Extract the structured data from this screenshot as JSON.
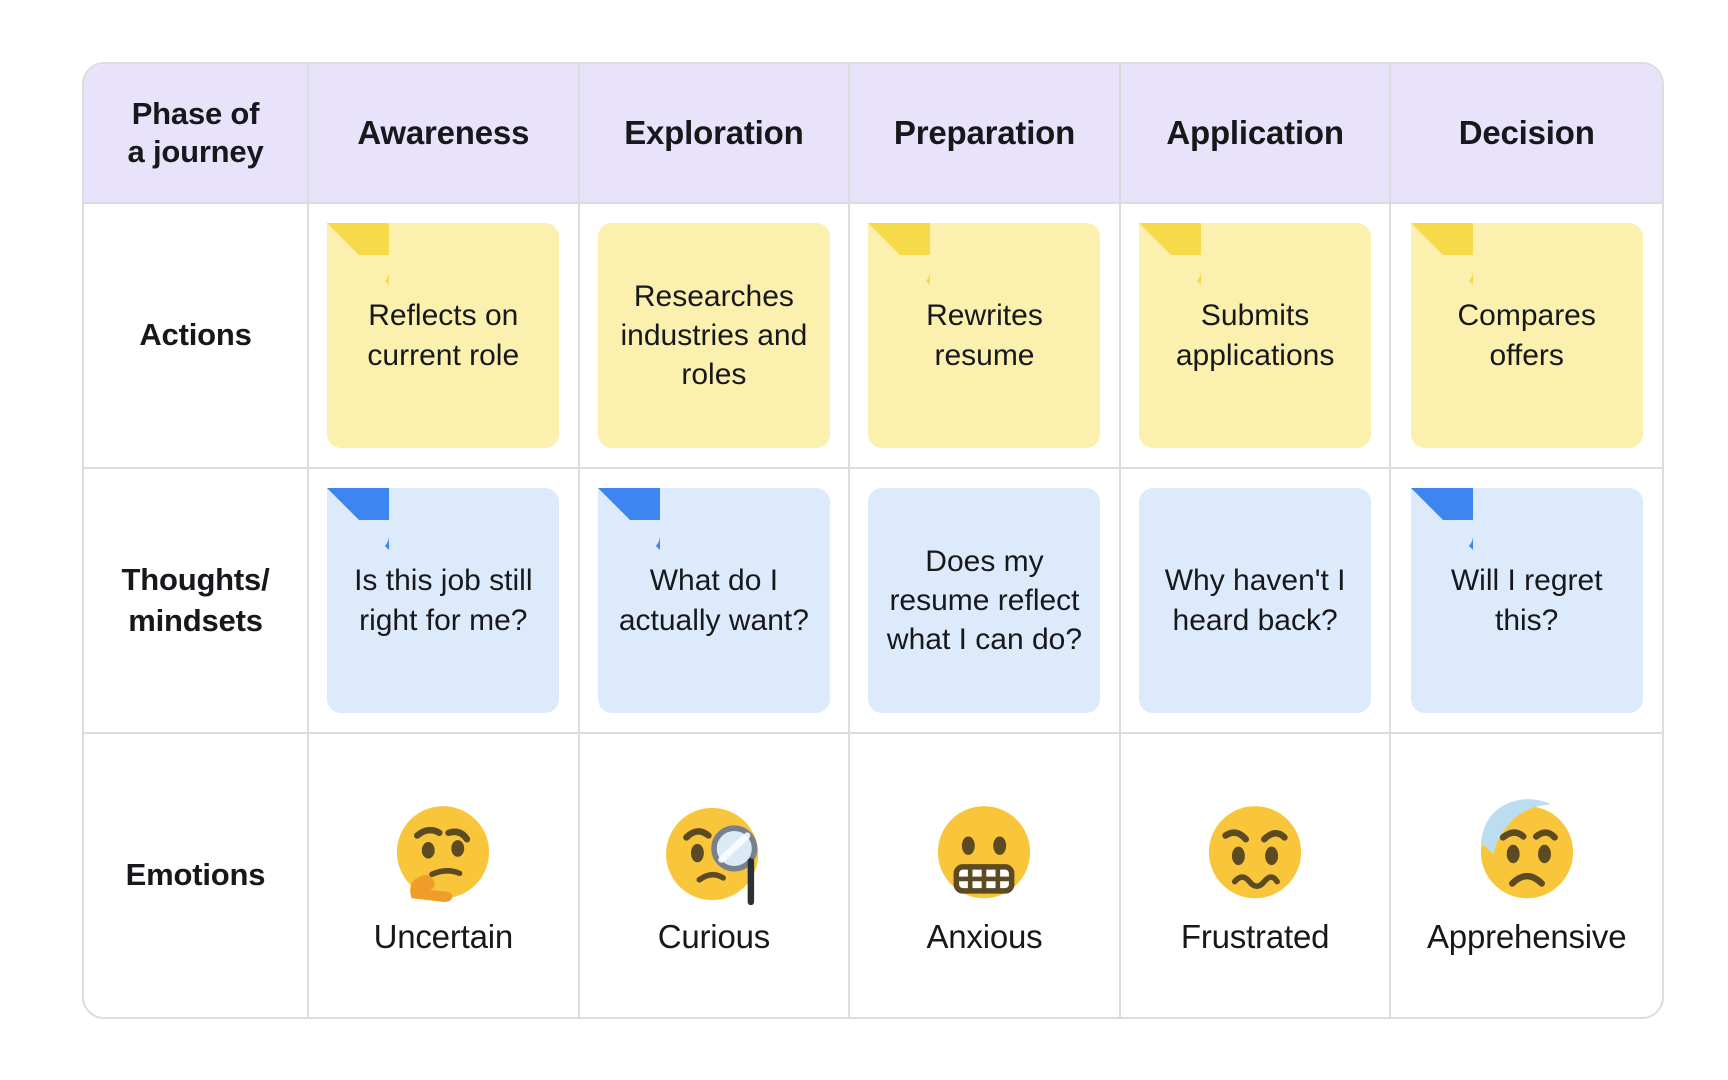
{
  "table": {
    "columns": [
      {
        "id": "rowlabel",
        "label": "Phase of\na journey",
        "line1": "Phase of",
        "line2": "a journey"
      },
      {
        "id": "awareness",
        "label": "Awareness"
      },
      {
        "id": "exploration",
        "label": "Exploration"
      },
      {
        "id": "preparation",
        "label": "Preparation"
      },
      {
        "id": "application",
        "label": "Application"
      },
      {
        "id": "decision",
        "label": "Decision"
      }
    ],
    "rows": [
      {
        "id": "actions",
        "label": "Actions",
        "note_color": "yellow",
        "cells": [
          {
            "text": "Reflects on current role",
            "folded": true
          },
          {
            "text": "Researches industries and roles",
            "folded": false
          },
          {
            "text": "Rewrites resume",
            "folded": true
          },
          {
            "text": "Submits applications",
            "folded": true
          },
          {
            "text": "Compares offers",
            "folded": true
          }
        ]
      },
      {
        "id": "thoughts",
        "label": "Thoughts/\nmindsets",
        "label_line1": "Thoughts/",
        "label_line2": "mindsets",
        "note_color": "blue",
        "cells": [
          {
            "text": "Is this job still right for me?",
            "folded": true
          },
          {
            "text": "What do I actually want?",
            "folded": true
          },
          {
            "text": "Does my resume reflect what I can do?",
            "folded": false
          },
          {
            "text": "Why haven't I heard back?",
            "folded": false
          },
          {
            "text": "Will I regret this?",
            "folded": true
          }
        ]
      },
      {
        "id": "emotions",
        "label": "Emotions",
        "cells": [
          {
            "text": "Uncertain",
            "icon": "thinking-face-emoji"
          },
          {
            "text": "Curious",
            "icon": "face-with-monocle-emoji"
          },
          {
            "text": "Anxious",
            "icon": "grimacing-face-emoji"
          },
          {
            "text": "Frustrated",
            "icon": "woozy-face-emoji"
          },
          {
            "text": "Apprehensive",
            "icon": "anxious-face-with-sweat-emoji"
          }
        ]
      }
    ]
  },
  "colors": {
    "header_bg": "#e8e3fa",
    "border": "#dcdce0",
    "note_yellow": "#fbf0ae",
    "note_yellow_fold": "#f7d94c",
    "note_blue": "#ddeafc",
    "note_blue_fold": "#3d85f0",
    "text": "#17181c",
    "emoji_yellow": "#f9c63b",
    "emoji_dark": "#5b4a22"
  }
}
